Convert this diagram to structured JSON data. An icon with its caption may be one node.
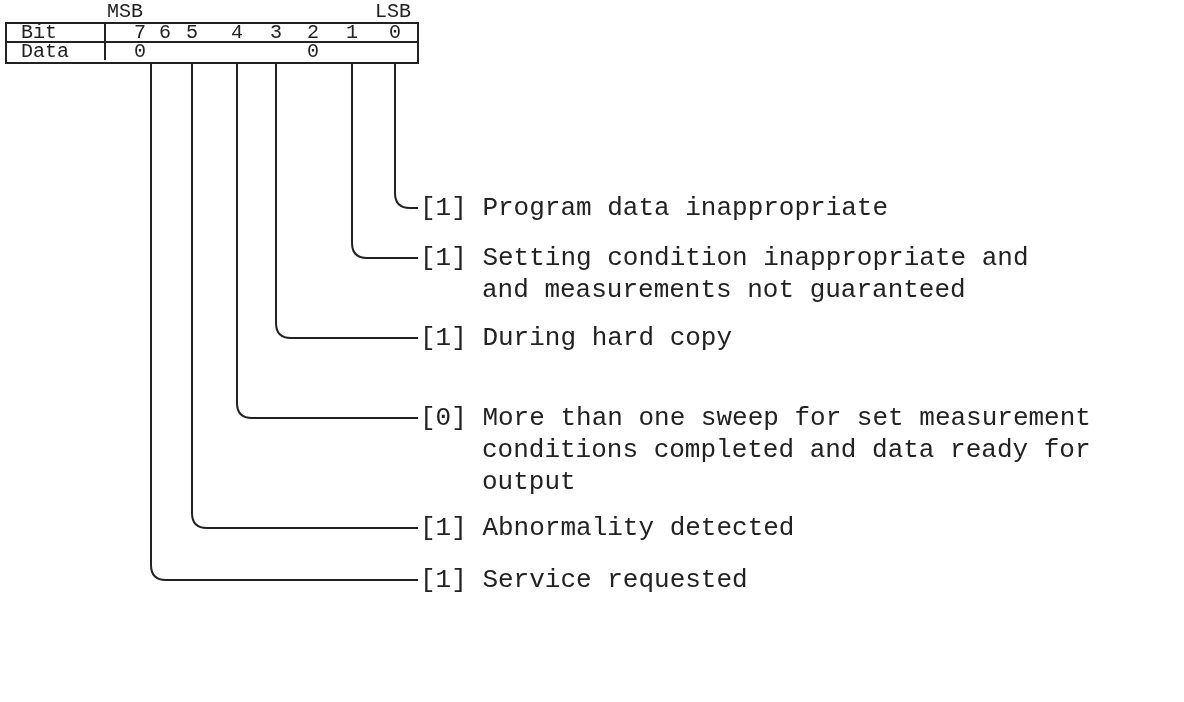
{
  "diagram": {
    "nodes": [
      {
        "text": [
          "Bit",
          "7",
          "6",
          "5",
          "4",
          "3",
          "2",
          "1",
          "0",
          "Data",
          "0",
          "0"
        ],
        "beside": [
          "MSB",
          "LSB"
        ]
      },
      {
        "text": [
          "[1] Program data inappropriate"
        ]
      },
      {
        "text": [
          "[1] Setting condition inappropriate and and measurements not guaranteed"
        ]
      },
      {
        "text": [
          "[1] During hard copy"
        ]
      },
      {
        "text": [
          "[0] More than one sweep for set measurement conditions completed and data ready for output"
        ]
      },
      {
        "text": [
          "[1] Abnormality detected"
        ]
      },
      {
        "text": [
          "[1] Service requested"
        ]
      }
    ],
    "edges": [
      {
        "from": 1,
        "to": 0,
        "arrow": "none"
      },
      {
        "from": 2,
        "to": 0,
        "arrow": "none"
      },
      {
        "from": 3,
        "to": 0,
        "arrow": "none"
      },
      {
        "from": 4,
        "to": 0,
        "arrow": "none"
      },
      {
        "from": 5,
        "to": 0,
        "arrow": "none"
      },
      {
        "from": 6,
        "to": 0,
        "arrow": "none"
      }
    ]
  }
}
